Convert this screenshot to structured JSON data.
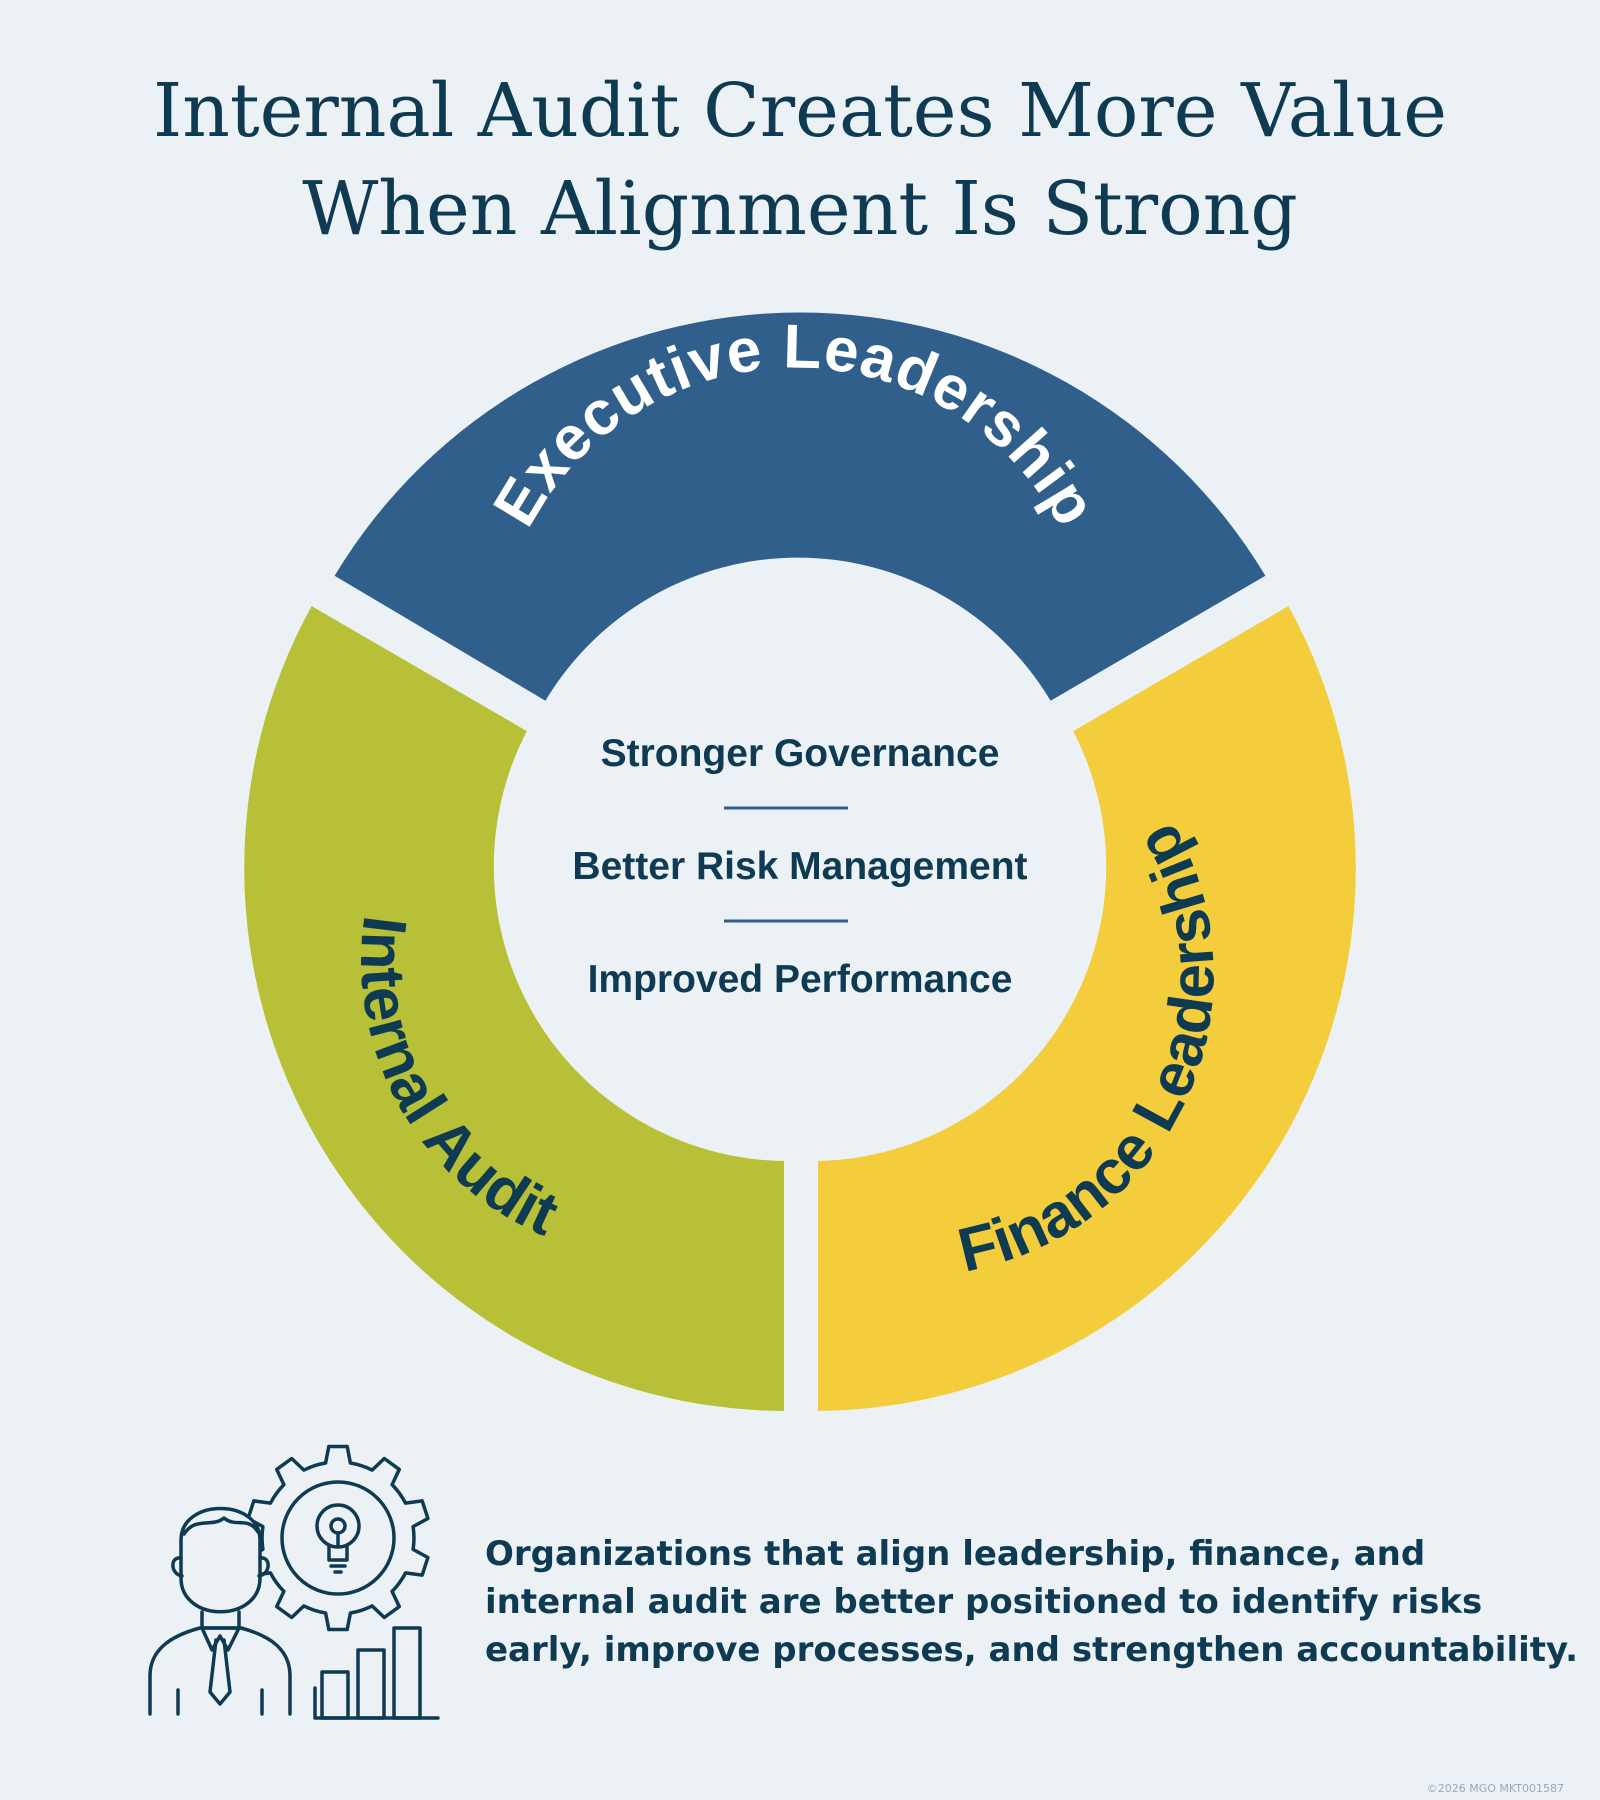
{
  "title": {
    "line1": "Internal Audit Creates More Value",
    "line2": "When Alignment Is Strong"
  },
  "segments": {
    "executive": {
      "label": "Executive Leadership",
      "color": "#2f5f8a",
      "text_color": "#ffffff"
    },
    "internal_audit": {
      "label": "Internal Audit",
      "color": "#b7c036",
      "text_color": "#0f3b52"
    },
    "finance": {
      "label": "Finance Leadership",
      "color": "#f3cd3b",
      "text_color": "#0f3b52"
    }
  },
  "center": {
    "items": [
      "Stronger Governance",
      "Better Risk Management",
      "Improved Performance"
    ],
    "divider_color": "#2f5f8a"
  },
  "footer": {
    "lines": [
      "Organizations that align leadership, finance, and",
      "internal audit are better positioned to identify risks",
      "early, improve processes, and strengthen accountability."
    ],
    "icon": "person-gear-lightbulb-chart-icon"
  },
  "copyright": "©2026 MGO  MKT001587"
}
